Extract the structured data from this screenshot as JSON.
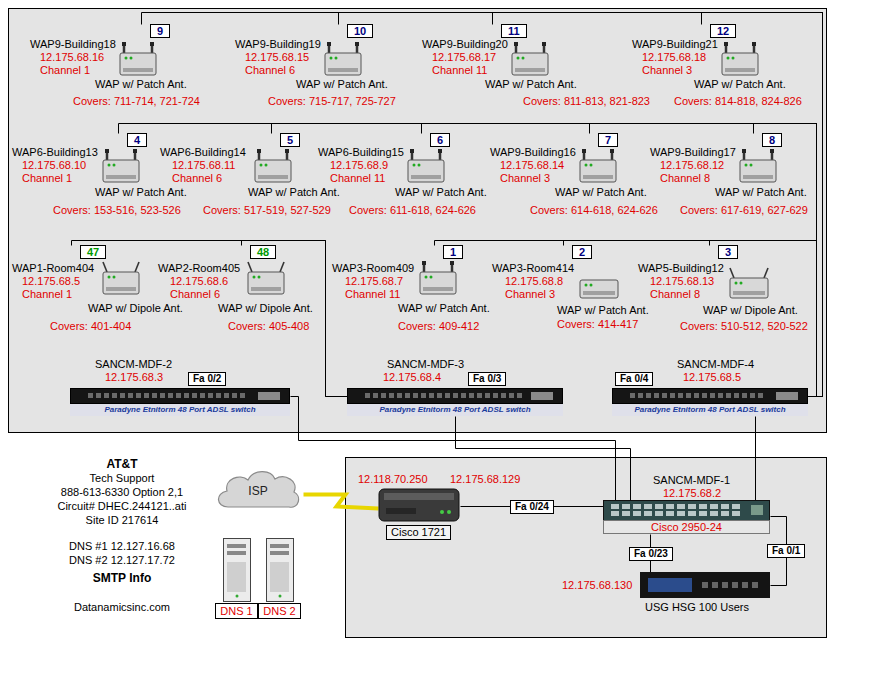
{
  "diagram": {
    "nodes": [
      {
        "text": [
          "WAP9-Building18",
          "12.175.68.16",
          "Channel 1",
          "WAP w/ Patch Ant.",
          "Covers: 711-714, 721-724"
        ]
      },
      {
        "text": [
          "9"
        ],
        "in": 0
      },
      {
        "text": [
          "WAP9-Building19",
          "12.175.68.15",
          "Channel 6",
          "WAP w/ Patch Ant.",
          "Covers: 715-717, 725-727"
        ]
      },
      {
        "text": [
          "10"
        ],
        "in": 2
      },
      {
        "text": [
          "WAP9-Building20",
          "12.175.68.17",
          "Channel 11",
          "WAP w/ Patch Ant.",
          "Covers: 811-813, 821-823"
        ]
      },
      {
        "text": [
          "11"
        ],
        "in": 4
      },
      {
        "text": [
          "WAP9-Building21",
          "12.175.68.18",
          "Channel 3",
          "WAP w/ Patch Ant.",
          "Covers: 814-818, 824-826"
        ]
      },
      {
        "text": [
          "12"
        ],
        "in": 6
      },
      {
        "text": [
          "WAP6-Building13",
          "12.175.68.10",
          "Channel 1",
          "WAP w/ Patch Ant.",
          "Covers: 153-516, 523-526"
        ]
      },
      {
        "text": [
          "4"
        ],
        "in": 8
      },
      {
        "text": [
          "WAP6-Building14",
          "12.175.68.11",
          "Channel 6",
          "WAP w/ Patch Ant.",
          "Covers: 517-519, 527-529"
        ]
      },
      {
        "text": [
          "5"
        ],
        "in": 10
      },
      {
        "text": [
          "WAP6-Building15",
          "12.175.68.9",
          "Channel 11",
          "WAP w/ Patch Ant.",
          "Covers: 611-618, 624-626"
        ]
      },
      {
        "text": [
          "6"
        ],
        "in": 12
      },
      {
        "text": [
          "WAP9-Building16",
          "12.175.68.14",
          "Channel 3",
          "WAP w/ Patch Ant.",
          "Covers: 614-618, 624-626"
        ]
      },
      {
        "text": [
          "7"
        ],
        "in": 14
      },
      {
        "text": [
          "WAP9-Building17",
          "12.175.68.12",
          "Channel 8",
          "WAP w/ Patch Ant.",
          "Covers: 617-619, 627-629"
        ]
      },
      {
        "text": [
          "8"
        ],
        "in": 16
      },
      {
        "text": [
          "WAP1-Room404",
          "12.175.68.5",
          "Channel 1",
          "WAP w/ Dipole Ant.",
          "Covers: 401-404"
        ]
      },
      {
        "text": [
          "47"
        ],
        "in": 18
      },
      {
        "text": [
          "WAP2-Room405",
          "12.175.68.6",
          "Channel 6",
          "WAP w/ Dipole Ant.",
          "Covers: 405-408"
        ]
      },
      {
        "text": [
          "48"
        ],
        "in": 20
      },
      {
        "text": [
          "WAP3-Room409",
          "12.175.68.7",
          "Channel 11",
          "WAP w/ Patch Ant.",
          "Covers: 409-412"
        ]
      },
      {
        "text": [
          "1"
        ],
        "in": 22
      },
      {
        "text": [
          "WAP3-Room414",
          "12.175.68.8",
          "Channel 3",
          "WAP w/ Patch Ant.",
          "Covers: 414-417"
        ]
      },
      {
        "text": [
          "2"
        ],
        "in": 24
      },
      {
        "text": [
          "WAP5-Building12",
          "12.175.68.13",
          "Channel 8",
          "WAP w/ Dipole Ant.",
          "Covers: 510-512, 520-522"
        ]
      },
      {
        "text": [
          "3"
        ],
        "in": 26
      },
      {
        "text": [
          "SANCM-MDF-2",
          "12.175.68.3",
          "Paradyne Etnitorm 48 Port ADSL switch"
        ]
      },
      {
        "text": [
          "Fa 0/2"
        ]
      },
      {
        "text": [
          "SANCM-MDF-3",
          "12.175.68.4",
          "Paradyne Etnitorm 48 Port ADSL switch"
        ]
      },
      {
        "text": [
          "Fa 0/3"
        ]
      },
      {
        "text": [
          "SANCM-MDF-4",
          "12.175.68.5",
          "Paradyne Etnitorm 48 Port ADSL switch"
        ]
      },
      {
        "text": [
          "Fa 0/4"
        ]
      },
      {
        "text": [
          "ISP"
        ]
      },
      {
        "text": [
          "12.118.70.250",
          "12.175.68.129",
          "Cisco 1721"
        ]
      },
      {
        "text": [
          "SANCM-MDF-1",
          "12.175.68.2",
          "Cisco 2950-24"
        ]
      },
      {
        "text": [
          "DNS 1"
        ]
      },
      {
        "text": [
          "DNS 2"
        ]
      },
      {
        "text": [
          "12.175.68.130",
          "USG HSG 100 Users"
        ]
      }
    ],
    "edges": [
      {
        "from": 0,
        "to": 32,
        "arrow": "none"
      },
      {
        "from": 2,
        "to": 32,
        "arrow": "none"
      },
      {
        "from": 4,
        "to": 32,
        "arrow": "none"
      },
      {
        "from": 6,
        "to": 32,
        "arrow": "none"
      },
      {
        "from": 8,
        "to": 32,
        "arrow": "none"
      },
      {
        "from": 10,
        "to": 32,
        "arrow": "none"
      },
      {
        "from": 12,
        "to": 32,
        "arrow": "none"
      },
      {
        "from": 14,
        "to": 32,
        "arrow": "none"
      },
      {
        "from": 16,
        "to": 32,
        "arrow": "none"
      },
      {
        "from": 18,
        "to": 30,
        "arrow": "none"
      },
      {
        "from": 20,
        "to": 30,
        "arrow": "none"
      },
      {
        "from": 22,
        "to": 32,
        "arrow": "none"
      },
      {
        "from": 24,
        "to": 32,
        "arrow": "none"
      },
      {
        "from": 26,
        "to": 32,
        "arrow": "none"
      },
      {
        "from": 28,
        "to": 36,
        "arrow": "none"
      },
      {
        "from": 30,
        "to": 36,
        "arrow": "none"
      },
      {
        "from": 32,
        "to": 36,
        "arrow": "none"
      },
      {
        "from": 34,
        "to": 35,
        "arrow": "none"
      },
      {
        "from": 35,
        "to": 36,
        "arrow": "none",
        "label": "Fa 0/24"
      },
      {
        "from": 36,
        "to": 39,
        "arrow": "none",
        "label": "Fa 0/23"
      },
      {
        "from": 36,
        "to": 39,
        "arrow": "none",
        "label": "Fa 0/1"
      }
    ],
    "labels": [
      "AT&T",
      "Tech Support",
      "888-613-6330 Option 2,1",
      "Circuit# DHEC.244121..ati",
      "Site ID 217614",
      "DNS #1 12.127.16.68",
      "DNS #2 12.127.17.72",
      "SMTP Info",
      "Datanamicsinc.com"
    ]
  }
}
